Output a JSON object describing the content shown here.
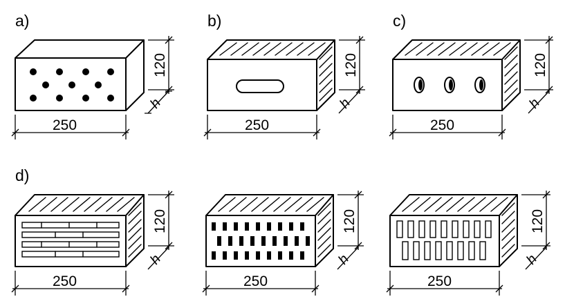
{
  "figure": {
    "panels": [
      {
        "id": "a",
        "label": "a)",
        "width_label": "250",
        "height_label": "120",
        "depth_label": "h"
      },
      {
        "id": "b",
        "label": "b)",
        "width_label": "250",
        "height_label": "120",
        "depth_label": "h"
      },
      {
        "id": "c",
        "label": "c)",
        "width_label": "250",
        "height_label": "120",
        "depth_label": "h"
      },
      {
        "id": "d1",
        "label": "d)",
        "width_label": "250",
        "height_label": "120",
        "depth_label": "h"
      },
      {
        "id": "d2",
        "label": "",
        "width_label": "250",
        "height_label": "120",
        "depth_label": "h"
      },
      {
        "id": "d3",
        "label": "",
        "width_label": "250",
        "height_label": "120",
        "depth_label": "h"
      }
    ]
  }
}
